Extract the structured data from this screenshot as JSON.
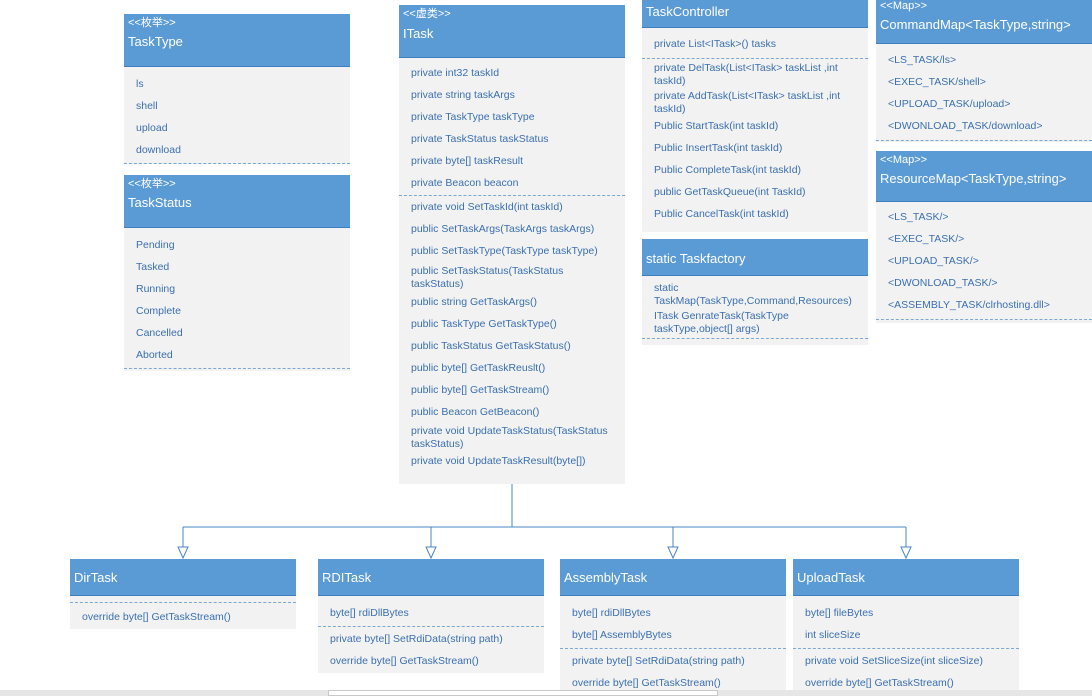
{
  "tasktype": {
    "stereotype": "<<枚举>>",
    "name": "TaskType",
    "items": [
      "ls",
      "shell",
      "upload",
      "download"
    ]
  },
  "taskstatus": {
    "stereotype": "<<枚举>>",
    "name": "TaskStatus",
    "items": [
      "Pending",
      "Tasked",
      "Running",
      "Complete",
      "Cancelled",
      "Aborted"
    ]
  },
  "itask": {
    "stereotype": "<<虚类>>",
    "name": "ITask",
    "fields": [
      "private int32 taskId",
      "private string taskArgs",
      "private TaskType taskType",
      "private TaskStatus taskStatus",
      "private byte[] taskResult",
      "private Beacon beacon"
    ],
    "methods": [
      "private void SetTaskId(int taskId)",
      "public SetTaskArgs(TaskArgs taskArgs)",
      "public SetTaskType(TaskType taskType)",
      "public SetTaskStatus(TaskStatus taskStatus)",
      "public string GetTaskArgs()",
      "public  TaskType GetTaskType()",
      "public TaskStatus GetTaskStatus()",
      "public byte[] GetTaskReuslt()",
      "public byte[] GetTaskStream()",
      "public Beacon GetBeacon()",
      "private void UpdateTaskStatus(TaskStatus taskStatus)",
      "private void UpdateTaskResult(byte[])"
    ]
  },
  "taskcontroller": {
    "name": "TaskController",
    "fields": [
      "private List<ITask>() tasks"
    ],
    "methods": [
      "private DelTask(List<ITask> taskList ,int taskId)",
      "private AddTask(List<ITask> taskList ,int taskId)",
      "Public StartTask(int taskId)",
      "Public InsertTask(int taskId)",
      "Public CompleteTask(int taskId)",
      "public GetTaskQueue(int TaskId)",
      "Public CancelTask(int taskId)"
    ]
  },
  "taskfactory": {
    "name": "static Taskfactory",
    "items": [
      "static TaskMap(TaskType,Command,Resources)",
      "ITask GenrateTask(TaskType taskType,object[] args)"
    ]
  },
  "commandmap": {
    "stereotype": "<<Map>>",
    "name": "CommandMap<TaskType,string>",
    "items": [
      "<LS_TASK/ls>",
      "<EXEC_TASK/shell>",
      "<UPLOAD_TASK/upload>",
      "<DWONLOAD_TASK/download>"
    ]
  },
  "resourcemap": {
    "stereotype": "<<Map>>",
    "name": "ResourceMap<TaskType,string>",
    "items": [
      "<LS_TASK/>",
      "<EXEC_TASK/>",
      "<UPLOAD_TASK/>",
      "<DWONLOAD_TASK/>",
      "<ASSEMBLY_TASK/clrhosting.dll>"
    ]
  },
  "dirtask": {
    "name": "DirTask",
    "methods": [
      "override byte[] GetTaskStream()"
    ]
  },
  "rditask": {
    "name": "RDITask",
    "fields": [
      "byte[] rdiDllBytes"
    ],
    "methods": [
      "private byte[] SetRdiData(string path)",
      "override byte[] GetTaskStream()"
    ]
  },
  "assemblytask": {
    "name": "AssemblyTask",
    "fields": [
      "byte[] rdiDllBytes",
      "byte[] AssemblyBytes"
    ],
    "methods": [
      "private byte[] SetRdiData(string path)",
      "override byte[] GetTaskStream()"
    ]
  },
  "uploadtask": {
    "name": "UploadTask",
    "fields": [
      "byte[] fileBytes",
      "int sliceSize"
    ],
    "methods": [
      "private void SetSliceSize(int sliceSize)",
      "override byte[] GetTaskStream()"
    ]
  }
}
